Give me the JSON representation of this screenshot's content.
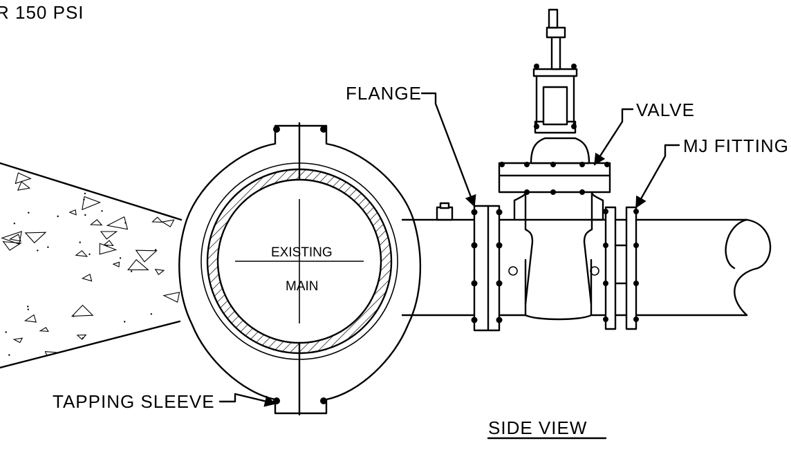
{
  "drawing": {
    "header_note": "R 150 PSI",
    "labels": {
      "flange": "FLANGE",
      "valve": "VALVE",
      "mj_fitting": "MJ FITTING",
      "existing": "EXISTING",
      "main": "MAIN",
      "tapping_sleeve": "TAPPING SLEEVE"
    },
    "view_title": "SIDE VIEW"
  }
}
